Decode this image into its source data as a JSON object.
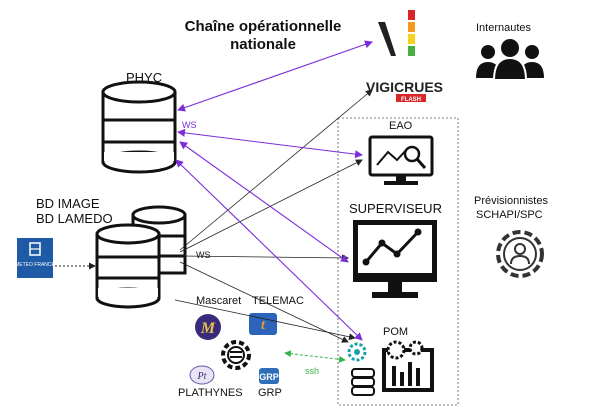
{
  "title_line1": "Chaîne opérationnelle",
  "title_line2": "nationale",
  "labels": {
    "phyc": "PHYC",
    "bd_image": "BD IMAGE",
    "bd_lamedo": "BD LAMEDO",
    "internautes": "Internautes",
    "vigicrues": "VIGICRUES",
    "vigicrues_flash": "FLASH",
    "eao": "EAO",
    "superviseur": "SUPERVISEUR",
    "previsionnistes_1": "Prévisionnistes",
    "previsionnistes_2": "SCHAPI/SPC",
    "pom": "POM",
    "mascaret": "Mascaret",
    "telemac": "TELEMAC",
    "plathynes": "PLATHYNES",
    "grp": "GRP",
    "ws_phyc": "WS",
    "ws_bd": "WS",
    "ssh": "ssh",
    "meteo_france": "METEO FRANCE"
  },
  "colors": {
    "purple": "#7b2fd8",
    "black": "#222222",
    "green": "#36b34a",
    "teal": "#1aa0a6",
    "meteo_blue": "#1f5aa6",
    "vigi_red": "#d8262b",
    "vigi_orange": "#f39a1d",
    "vigi_yellow": "#f6d21d",
    "vigi_green": "#49ad3f"
  },
  "icons": [
    "vigicrues-logo-icon",
    "people-group-icon",
    "monitor-magnifier-icon",
    "monitor-chart-icon",
    "gear-user-icon",
    "database-icon",
    "gear-icon",
    "gears-monitor-icon",
    "mascaret-logo-icon",
    "telemac-logo-icon",
    "plathynes-logo-icon",
    "grp-logo-icon",
    "meteo-france-logo-icon"
  ]
}
